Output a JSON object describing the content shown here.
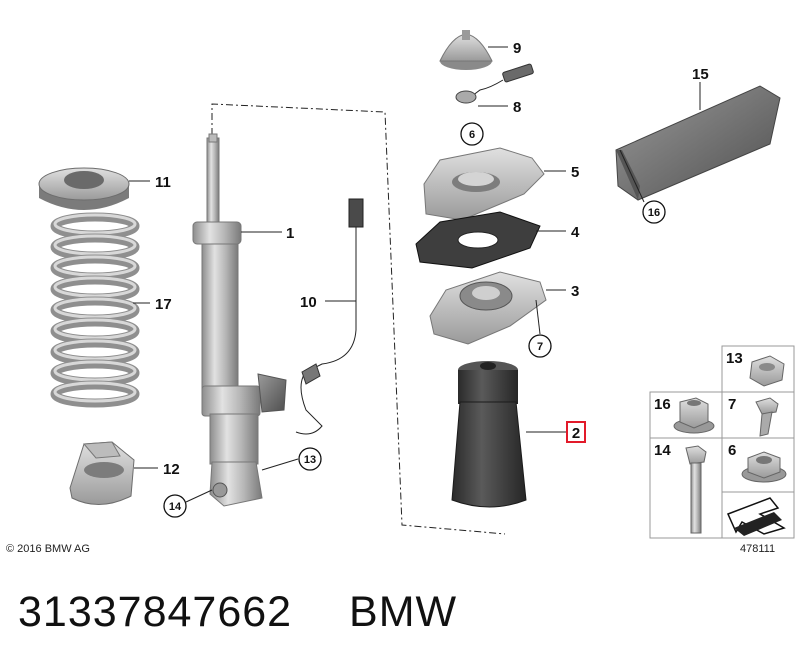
{
  "diagram": {
    "copyright": "© 2016 BMW AG",
    "diagram_id": "478111",
    "callouts": {
      "c1": "1",
      "c2": "2",
      "c3": "3",
      "c4": "4",
      "c5": "5",
      "c6": "6",
      "c6b": "6",
      "c7": "7",
      "c7b": "7",
      "c8": "8",
      "c9": "9",
      "c10": "10",
      "c11": "11",
      "c12": "12",
      "c13": "13",
      "c13b": "13",
      "c14": "14",
      "c14b": "14",
      "c15": "15",
      "c16": "16",
      "c16b": "16",
      "c17": "17"
    }
  },
  "footer": {
    "part_number": "31337847662",
    "brand": "BMW"
  },
  "colors": {
    "highlight": "#e21a2a",
    "metal_light": "#d5d5d5",
    "metal_mid": "#a9a9a9",
    "metal_dark": "#6f6f6f",
    "rubber": "#3c3c3c"
  }
}
